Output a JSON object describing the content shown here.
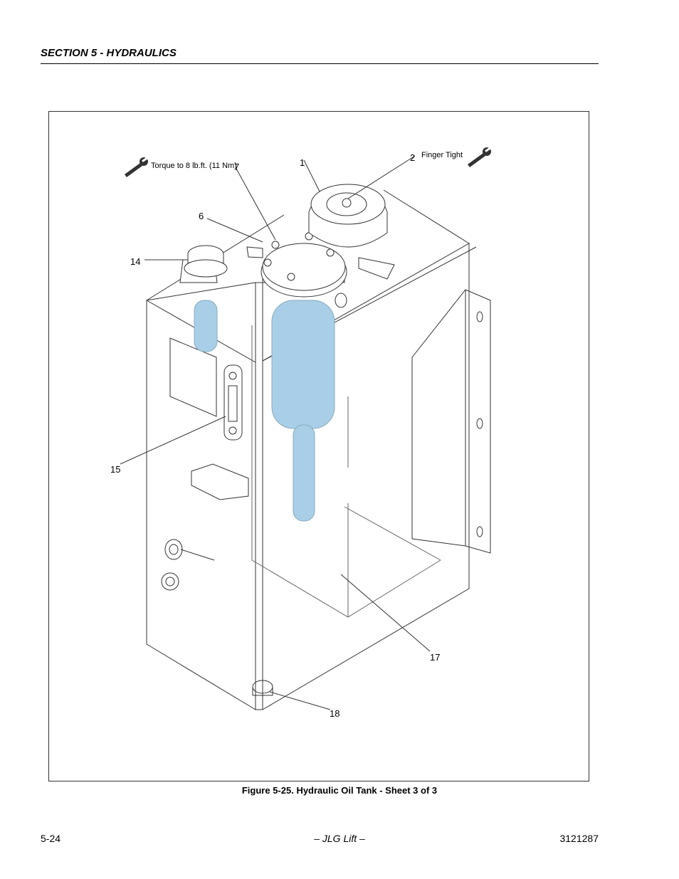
{
  "header": {
    "section_title": "SECTION 5 - HYDRAULICS"
  },
  "figure": {
    "caption": "Figure 5-25.  Hydraulic Oil Tank - Sheet 3 of 3",
    "notes": {
      "torque": "Torque to 8 lb.ft. (11 Nm)",
      "finger": "Finger Tight"
    },
    "callouts": [
      "1",
      "2",
      "6",
      "7",
      "14",
      "15",
      "17",
      "18"
    ],
    "colors": {
      "fluid": "#a9cfe8",
      "line": "#333333"
    }
  },
  "footer": {
    "page_number": "5-24",
    "publisher": "– JLG Lift –",
    "doc_number": "3121287"
  }
}
